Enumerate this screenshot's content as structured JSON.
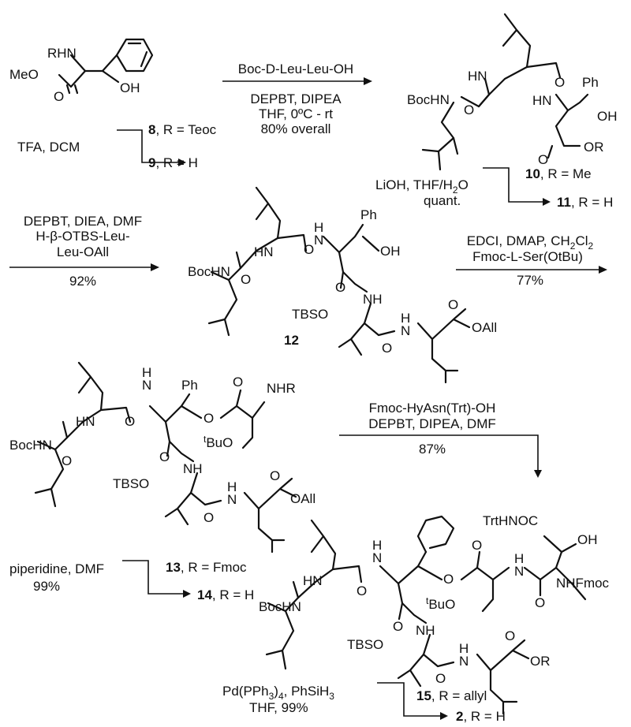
{
  "compound_8_9": {
    "atoms": {
      "rhn": "RHN",
      "meo": "MeO",
      "o": "O",
      "oh": "OH"
    },
    "labels": {
      "num8": "8",
      "r8": ", R = Teoc",
      "num9": "9",
      "r9": ", R = H"
    },
    "reagent": "TFA, DCM"
  },
  "step1": {
    "line1": "Boc-D-Leu-Leu-OH",
    "line2": "DEPBT, DIPEA",
    "line3": "THF, 0ºC - rt",
    "line4": "80% overall"
  },
  "compound_10_11": {
    "atoms": {
      "hn": "HN",
      "o1": "O",
      "boc": "BocHN",
      "o2": "O",
      "hn2": "HN",
      "ph": "Ph",
      "oh": "OH",
      "o3": "O",
      "or": "OR"
    },
    "labels": {
      "num10": "10",
      "r10": ", R = Me",
      "num11": "11",
      "r11": ", R = H"
    },
    "reagent1": "LiOH, THF/H",
    "reagent1_sub": "2",
    "reagent1_end": "O",
    "reagent2": "quant."
  },
  "step3": {
    "line1": "DEPBT, DIEA, DMF",
    "line2": "H-β-OTBS-Leu-",
    "line3": "Leu-OAll",
    "line4": "92%"
  },
  "compound_12": {
    "atoms": {
      "hn": "HN",
      "o1": "O",
      "n": "N",
      "h": "H",
      "ph": "Ph",
      "oh": "OH",
      "boc": "BocHN",
      "o2": "O",
      "o3": "O",
      "nh": "NH",
      "tbso": "TBSO",
      "n2": "N",
      "h2": "H",
      "o4": "O",
      "oall": "OAll",
      "o5": "O"
    },
    "number": "12"
  },
  "step4": {
    "line1": "EDCI, DMAP, CH",
    "line1_sub": "2",
    "line1_mid": "Cl",
    "line1_sub2": "2",
    "line2": "Fmoc-L-Ser(OtBu)",
    "line3": "77%"
  },
  "compound_13_14": {
    "atoms": {
      "n": "N",
      "h": "H",
      "ph": "Ph",
      "o1": "O",
      "nhr": "NHR",
      "hn": "HN",
      "o2": "O",
      "o3": "O",
      "tbuo": "BuO",
      "tbuo_sup": "t",
      "boc": "BocHN",
      "o4": "O",
      "nh": "NH",
      "tbso": "TBSO",
      "n2": "N",
      "h2": "H",
      "o5": "O",
      "oall": "OAll",
      "o6": "O",
      "o7": "O"
    },
    "labels": {
      "num13": "13",
      "r13": ", R = Fmoc",
      "num14": "14",
      "r14": ", R = H"
    },
    "reagent": "piperidine, DMF",
    "yield": "99%"
  },
  "step5": {
    "line1": "Fmoc-HyAsn(Trt)-OH",
    "line2": "DEPBT, DIPEA, DMF",
    "line3": "87%"
  },
  "compound_15_2": {
    "atoms": {
      "trt": "TrtHNOC",
      "oh": "OH",
      "n": "N",
      "h": "H",
      "o1": "O",
      "o2": "O",
      "n2": "N",
      "h2": "H",
      "hn": "HN",
      "o3": "O",
      "nhfmoc": "NHFmoc",
      "tbuo": "BuO",
      "tbuo_sup": "t",
      "o4": "O",
      "boc": "BocHN",
      "nh": "NH",
      "o5": "O",
      "tbso": "TBSO",
      "n3": "N",
      "h3": "H",
      "o6": "O",
      "or": "OR",
      "o7": "O"
    },
    "labels": {
      "num15": "15",
      "r15": ", R = allyl",
      "num2": "2",
      "r2": ", R = H"
    },
    "reagent1_a": "Pd(PPh",
    "reagent1_sub": "3",
    "reagent1_b": ")",
    "reagent1_sub2": "4",
    "reagent1_c": ", PhSiH",
    "reagent1_sub3": "3",
    "reagent2": "THF, 99%"
  }
}
